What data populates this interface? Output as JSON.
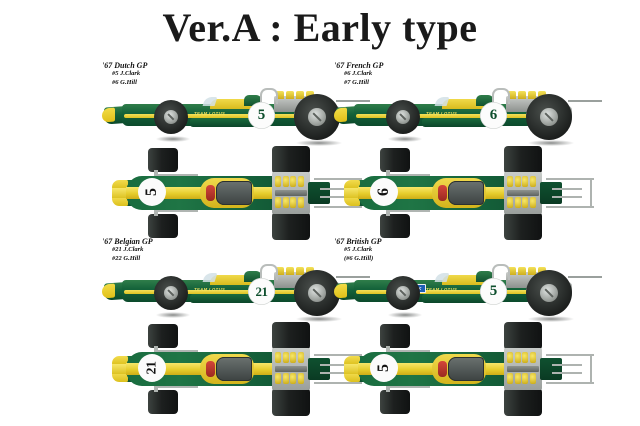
{
  "sheet": {
    "title": "Ver.A : Early type",
    "background_color": "#ffffff",
    "body_green": "#15603a",
    "stripe_yellow": "#e6cd2c",
    "roundel_white": "#fbfbfb",
    "clark_badge_blue": "#1d5fb5"
  },
  "panels": [
    {
      "id": "dutch",
      "race": "'67 Dutch GP",
      "drivers": [
        "#5  J.Clark",
        "#6  G.Hill"
      ],
      "race_number": "5",
      "side_decal": "TEAM LOTUS",
      "clark_badge": "",
      "has_clark_badge": false
    },
    {
      "id": "french",
      "race": "'67 French GP",
      "drivers": [
        "#6  J.Clark",
        "#7  G.Hill"
      ],
      "race_number": "6",
      "side_decal": "TEAM LOTUS",
      "clark_badge": "",
      "has_clark_badge": false
    },
    {
      "id": "belgian",
      "race": "'67 Belgian GP",
      "drivers": [
        "#21  J.Clark",
        "#22  G.Hill"
      ],
      "race_number": "21",
      "side_decal": "TEAM LOTUS",
      "clark_badge": "",
      "has_clark_badge": false
    },
    {
      "id": "british",
      "race": "'67 British GP",
      "drivers": [
        "#5  J.Clark",
        "(#6  G.Hill)"
      ],
      "race_number": "5",
      "side_decal": "TEAM LOTUS",
      "clark_badge": "CLARK",
      "has_clark_badge": true
    }
  ]
}
